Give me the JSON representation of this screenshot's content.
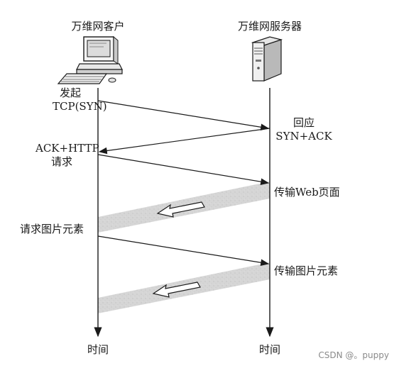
{
  "client": {
    "title": "万维网客户",
    "icon": "desktop-computer-icon",
    "time_label": "时间"
  },
  "server": {
    "title": "万维网服务器",
    "icon": "server-tower-icon",
    "time_label": "时间"
  },
  "steps": [
    {
      "id": "syn",
      "side": "client",
      "lines": [
        "发起",
        "TCP(SYN)"
      ]
    },
    {
      "id": "synack",
      "side": "server",
      "lines": [
        "回应",
        "SYN+ACK"
      ]
    },
    {
      "id": "ackhttp",
      "side": "client",
      "lines": [
        "ACK+HTTP",
        "请求"
      ]
    },
    {
      "id": "webpage",
      "side": "server",
      "lines": [
        "传输Web页面"
      ]
    },
    {
      "id": "imgreq",
      "side": "client",
      "lines": [
        "请求图片元素"
      ]
    },
    {
      "id": "imgsend",
      "side": "server",
      "lines": [
        "传输图片元素"
      ]
    }
  ],
  "watermark": "CSDN @。puppy",
  "colors": {
    "line": "#1a1a1a",
    "transfer_band": "#d4d4d4"
  }
}
